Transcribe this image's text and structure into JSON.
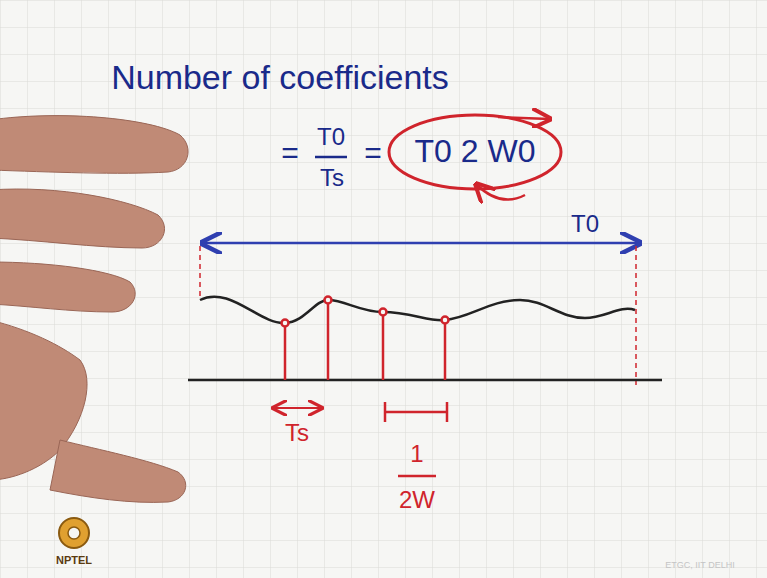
{
  "diagram": {
    "labels": [
      "Number of coefficients",
      "=",
      "T0",
      "Ts",
      "=",
      "T0 2 W0",
      "T0",
      "Ts",
      "1",
      "2W",
      "NPTEL",
      "ETGC, IIT DELHI"
    ]
  }
}
